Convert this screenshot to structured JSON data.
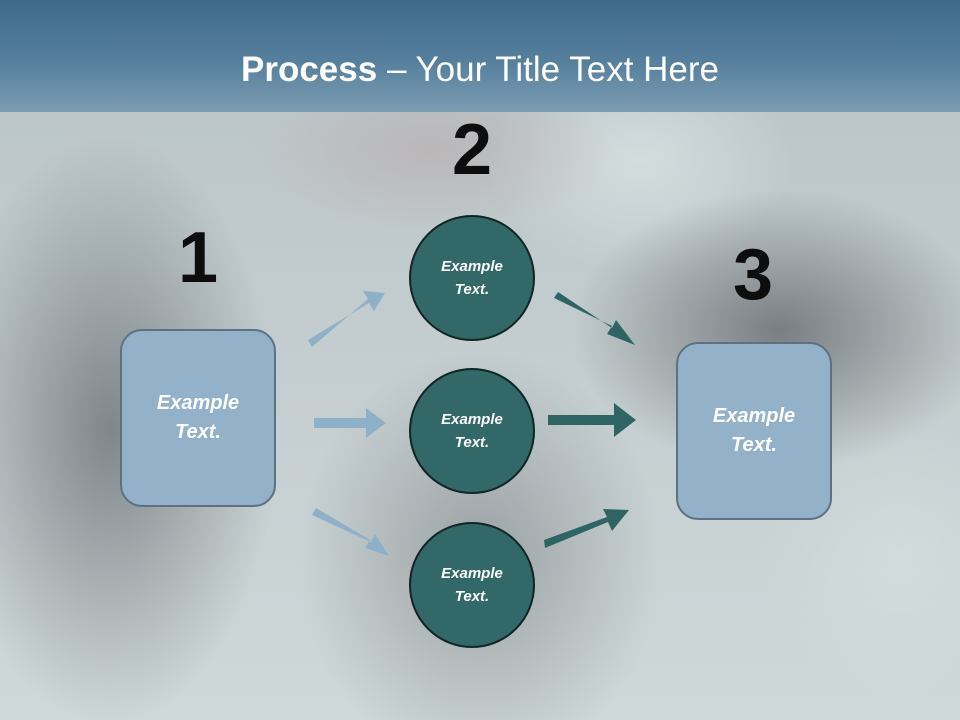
{
  "title": {
    "bold": "Process",
    "rest": " – Your Title Text Here"
  },
  "steps": {
    "one": "1",
    "two": "2",
    "three": "3"
  },
  "boxes": {
    "left": "Example Text.",
    "right": "Example Text."
  },
  "circles": {
    "top": "Example Text.",
    "middle": "Example Text.",
    "bottom": "Example Text."
  },
  "colors": {
    "header": "#557f9c",
    "box_fill": "#93b1c9",
    "circle_fill": "#336868",
    "left_arrows": "#8fb0c9",
    "right_arrows": "#2f6465"
  }
}
